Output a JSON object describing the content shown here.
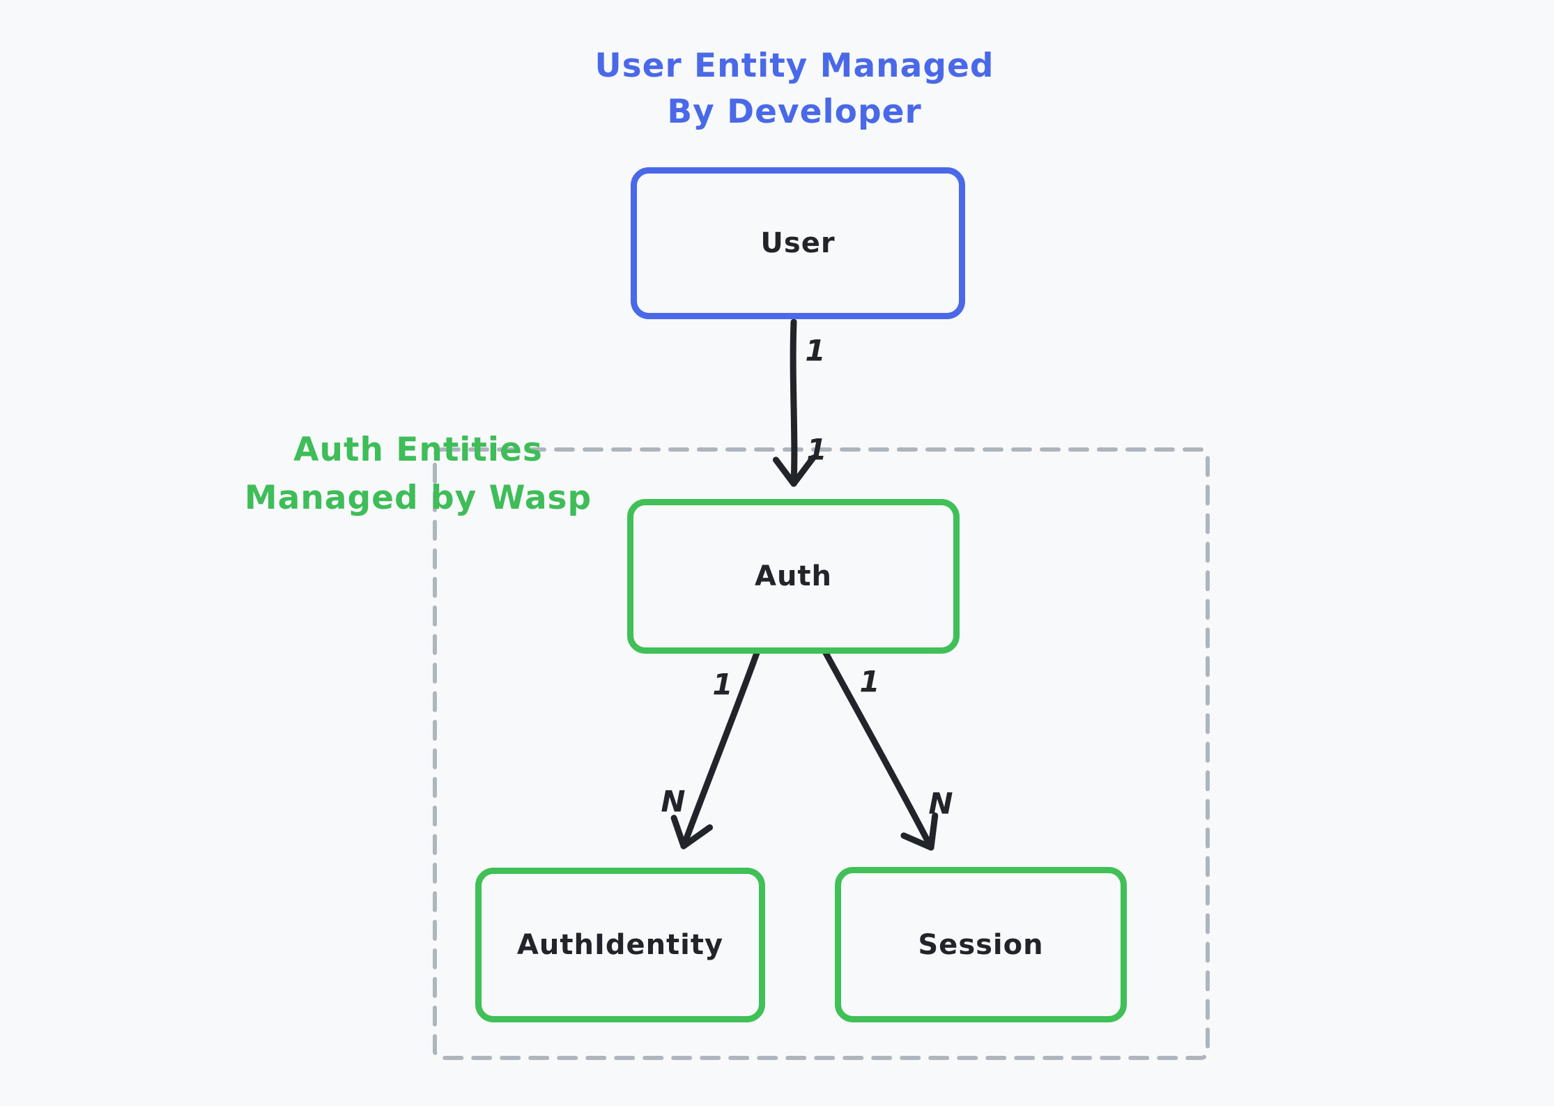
{
  "diagram": {
    "background_color": "#f8f9fb",
    "annotations": {
      "developer_zone": {
        "lines": [
          "User Entity Managed",
          "By Developer"
        ],
        "color": "#4a69e8"
      },
      "wasp_zone": {
        "lines": [
          "Auth Entities",
          "Managed by Wasp"
        ],
        "color": "#3ebd58"
      }
    },
    "entities": [
      {
        "id": "user",
        "label": "User",
        "border_color": "#4a69e8"
      },
      {
        "id": "auth",
        "label": "Auth",
        "border_color": "#40c057"
      },
      {
        "id": "auth_identity",
        "label": "AuthIdentity",
        "border_color": "#40c057"
      },
      {
        "id": "session",
        "label": "Session",
        "border_color": "#40c057"
      }
    ],
    "relationships": [
      {
        "from": "User",
        "to": "Auth",
        "from_label": "1",
        "to_label": "1"
      },
      {
        "from": "Auth",
        "to": "AuthIdentity",
        "from_label": "1",
        "to_label": "N"
      },
      {
        "from": "Auth",
        "to": "Session",
        "from_label": "1",
        "to_label": "N"
      }
    ],
    "dashed_group": {
      "contains": [
        "Auth",
        "AuthIdentity",
        "Session"
      ],
      "border_color": "#aeb5bc",
      "style": "dashed"
    },
    "arrow_color": "#212529"
  }
}
